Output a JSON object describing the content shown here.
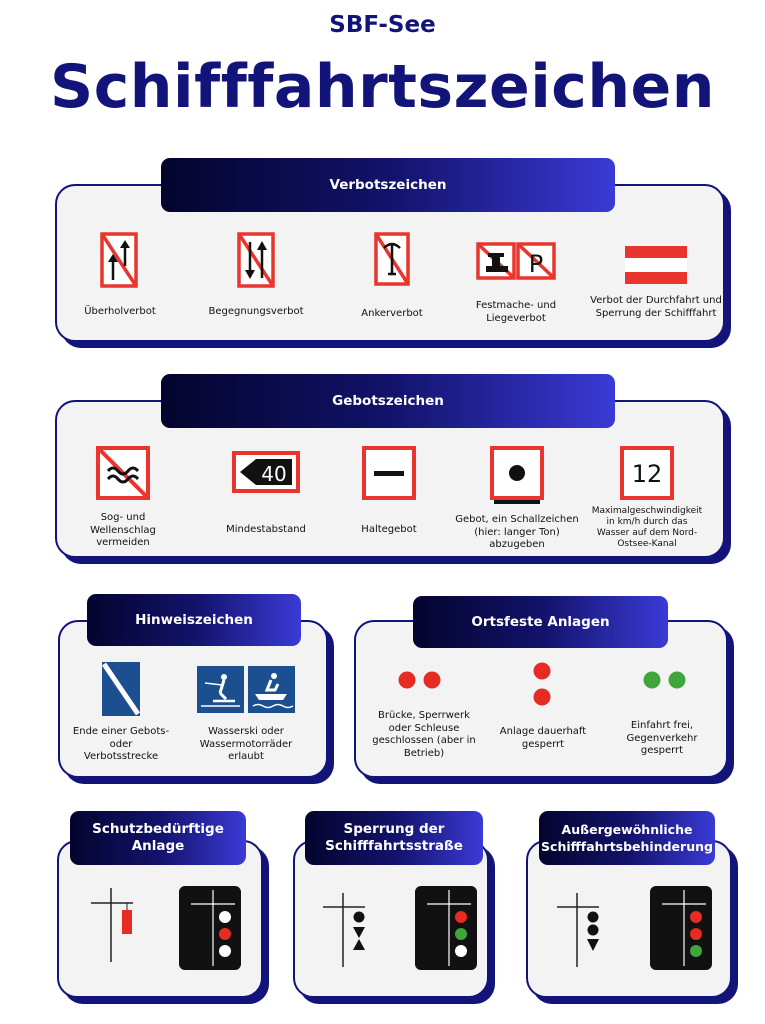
{
  "header": {
    "subtitle": "SBF-See",
    "title": "Schifffahrtszeichen"
  },
  "colors": {
    "navy": "#12147a",
    "sign_red": "#e8362f",
    "light_red": "#e52b22",
    "light_green": "#3ea63a",
    "hint_blue": "#1b4f8f"
  },
  "verbotszeichen": {
    "title": "Verbotszeichen",
    "items": [
      {
        "label": "Überholverbot",
        "icon": "overtaking-prohibited-sign"
      },
      {
        "label": "Begegnungsverbot",
        "icon": "meeting-prohibited-sign"
      },
      {
        "label": "Ankerverbot",
        "icon": "anchoring-prohibited-sign"
      },
      {
        "label": "Festmache- und Liegeverbot",
        "icon": "mooring-prohibited-sign"
      },
      {
        "label": "Verbot der Durchfahrt und Sperrung der Schifffahrt",
        "icon": "passage-prohibited-sign"
      }
    ]
  },
  "gebotszeichen": {
    "title": "Gebotszeichen",
    "items": [
      {
        "label": "Sog- und Wellenschlag vermeiden",
        "icon": "avoid-wash-sign"
      },
      {
        "label": "Mindestabstand",
        "icon": "minimum-distance-sign",
        "value": "40"
      },
      {
        "label": "Haltegebot",
        "icon": "stop-sign"
      },
      {
        "label": "Gebot, ein Schallzeichen (hier: langer Ton) abzugeben",
        "icon": "sound-signal-sign"
      },
      {
        "label": "Maximalgeschwindigkeit in km/h durch das Wasser auf dem Nord-Ostsee-Kanal",
        "icon": "speed-limit-sign",
        "value": "12"
      }
    ]
  },
  "hinweiszeichen": {
    "title": "Hinweiszeichen",
    "items": [
      {
        "label": "Ende einer Gebots- oder Verbotsstrecke",
        "icon": "end-of-restriction-sign"
      },
      {
        "label": "Wasserski oder Wassermotorräder erlaubt",
        "icon": "waterski-jetski-sign"
      }
    ]
  },
  "ortsfeste": {
    "title": "Ortsfeste Anlagen",
    "items": [
      {
        "label": "Brücke, Sperrwerk oder Schleuse geschlossen (aber in Betrieb)",
        "icon": "two-red-lights-horizontal"
      },
      {
        "label": "Anlage dauerhaft gesperrt",
        "icon": "two-red-lights-vertical"
      },
      {
        "label": "Einfahrt frei, Gegenverkehr gesperrt",
        "icon": "two-green-lights-horizontal"
      }
    ]
  },
  "schutz": {
    "title": "Schutzbedürftige Anlage"
  },
  "sperrung": {
    "title": "Sperrung der Schifffahrtsstraße"
  },
  "behinderung": {
    "title": "Außergewöhnliche Schifffahrtsbehinderung"
  }
}
